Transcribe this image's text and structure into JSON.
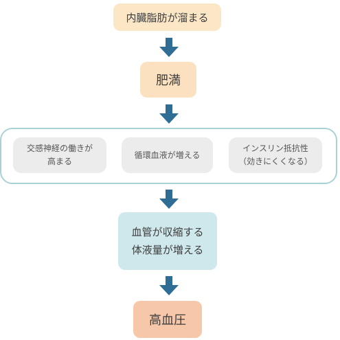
{
  "diagram": {
    "top_box": "内臓脂肪が溜まる",
    "obesity_box": "肥満",
    "factors": [
      {
        "line1": "交感神経の働きが",
        "line2": "高まる"
      },
      {
        "line1": "循環血液が増える",
        "line2": ""
      },
      {
        "line1": "インスリン抵抗性",
        "line2": "（効きにくくなる）"
      }
    ],
    "vascular_box": {
      "line1": "血管が収縮する",
      "line2": "体液量が増える"
    },
    "result_box": "高血圧",
    "colors": {
      "top_box": "#fbe7c6",
      "obesity_box": "#fbe1bf",
      "factor_box": "#ececec",
      "group_border": "#a9d2d6",
      "vascular_box": "#cfe8ec",
      "result_box": "#f7c7aa",
      "arrow": "#2f6d94"
    }
  }
}
